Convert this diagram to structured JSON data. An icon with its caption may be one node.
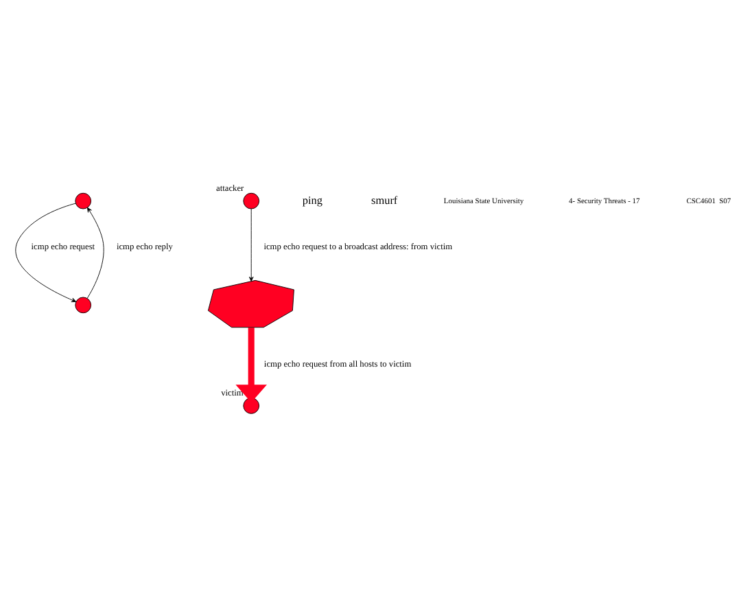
{
  "diagram": {
    "nodes": [
      {
        "text": [],
        "shape": "circle"
      },
      {
        "text": [],
        "shape": "circle"
      },
      {
        "text": [],
        "shape": "circle",
        "beside": [
          "attacker"
        ]
      },
      {
        "text": [],
        "shape": "polygon"
      },
      {
        "text": [],
        "shape": "circle",
        "beside": [
          "victim"
        ]
      }
    ],
    "edges": [
      {
        "from": 0,
        "to": 1,
        "arrow": "to",
        "label": "icmp echo request"
      },
      {
        "from": 1,
        "to": 0,
        "arrow": "to",
        "label": "icmp echo reply"
      },
      {
        "from": 2,
        "to": 3,
        "arrow": "to",
        "label": "icmp echo request to a broadcast address: from victim"
      },
      {
        "from": 3,
        "to": 4,
        "arrow": "to",
        "label": "icmp echo request from all hosts to victim",
        "style": "thick",
        "color": "#ff0022"
      }
    ],
    "labels": [
      "ping",
      "smurf",
      "Louisiana State University",
      "4- Security Threats - 17",
      "CSC4601  S07"
    ]
  }
}
